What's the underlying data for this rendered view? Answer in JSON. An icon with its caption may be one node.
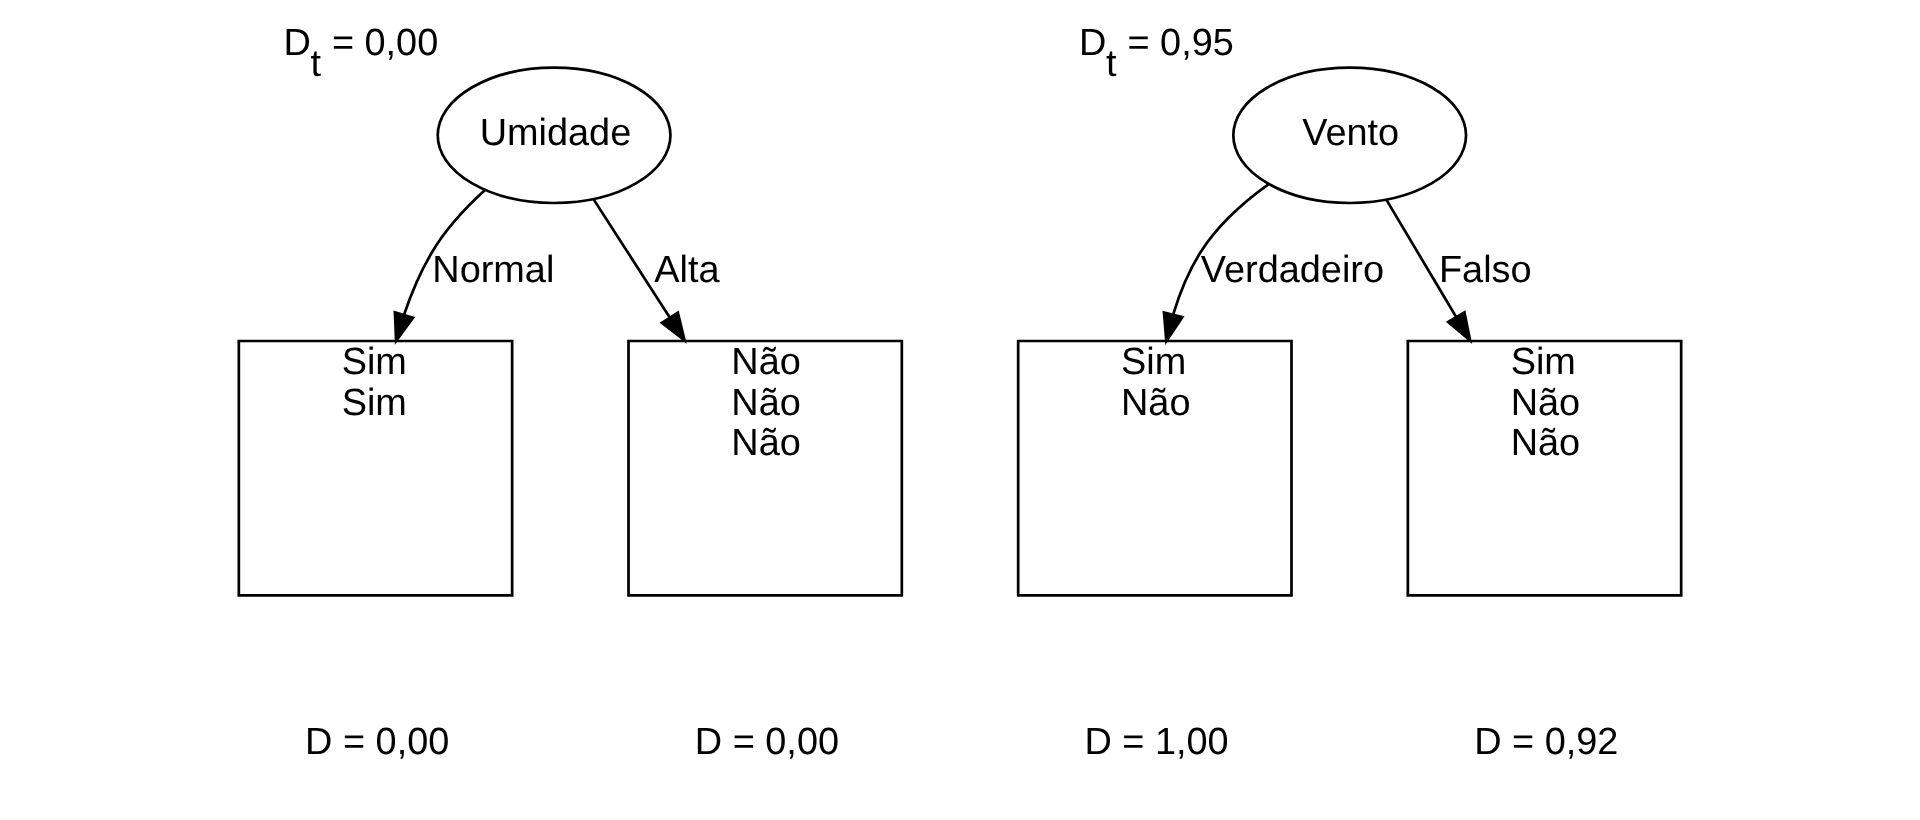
{
  "diagram": {
    "nodes": [
      {
        "text": [
          "Umidade"
        ],
        "beside": [
          "D$_{t}$ = 0,00"
        ]
      },
      {
        "text": [
          "Sim",
          "Sim"
        ],
        "beside": [
          "D = 0,00"
        ]
      },
      {
        "text": [
          "Não",
          "Não",
          "Não"
        ],
        "beside": [
          "D = 0,00"
        ]
      },
      {
        "text": [
          "Vento"
        ],
        "beside": [
          "D$_{t}$ = 0,95"
        ]
      },
      {
        "text": [
          "Sim",
          "Não"
        ],
        "beside": [
          "D = 1,00"
        ]
      },
      {
        "text": [
          "Sim",
          "Não",
          "Não"
        ],
        "beside": [
          "D = 0,92"
        ]
      }
    ],
    "edges": [
      {
        "from": 0,
        "to": 1,
        "arrow": "to",
        "label": "Normal"
      },
      {
        "from": 0,
        "to": 2,
        "arrow": "to",
        "label": "Alta"
      },
      {
        "from": 3,
        "to": 4,
        "arrow": "to",
        "label": "Verdadeiro"
      },
      {
        "from": 3,
        "to": 5,
        "arrow": "to",
        "label": "Falso"
      }
    ]
  }
}
